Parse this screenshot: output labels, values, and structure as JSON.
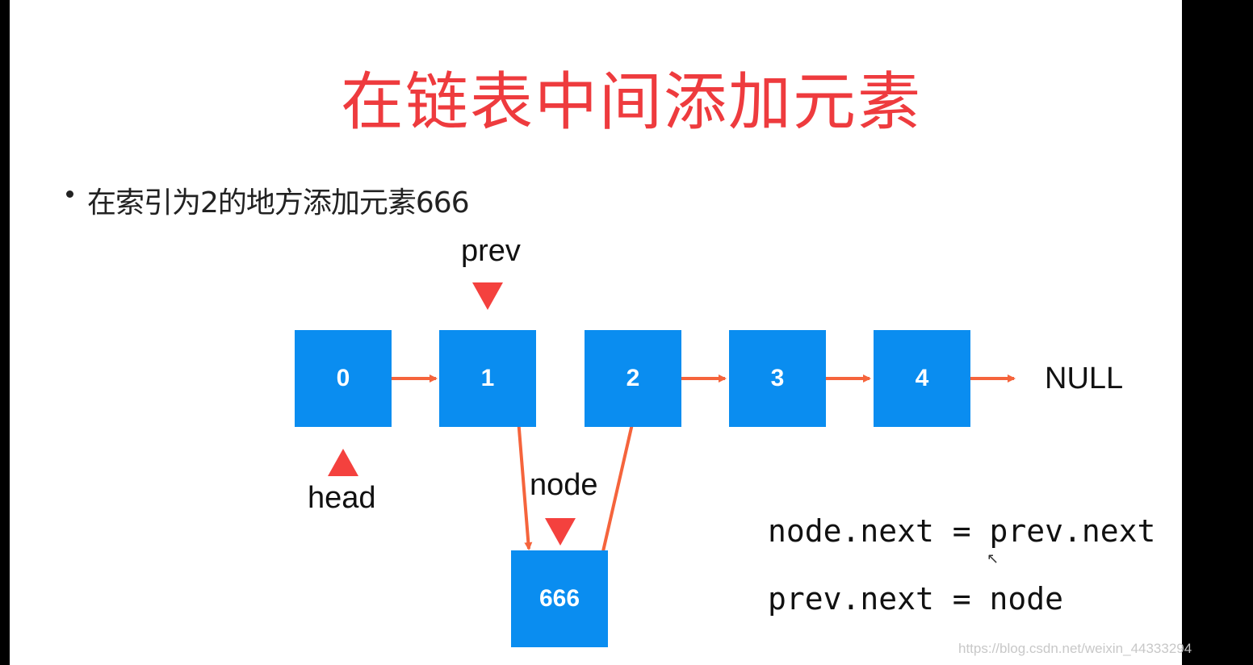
{
  "title": "在链表中间添加元素",
  "bullet": "在索引为2的地方添加元素666",
  "nodes": [
    "0",
    "1",
    "2",
    "3",
    "4"
  ],
  "new_node": "666",
  "null_label": "NULL",
  "pointers": {
    "prev": "prev",
    "head": "head",
    "node": "node"
  },
  "code": [
    "node.next = prev.next",
    "prev.next = node"
  ],
  "watermark": "https://blog.csdn.net/weixin_44333294",
  "colors": {
    "title": "#ee3b3e",
    "node_fill": "#0a8df0",
    "arrow": "#f5643c",
    "pointer_marker": "#f4413e"
  }
}
